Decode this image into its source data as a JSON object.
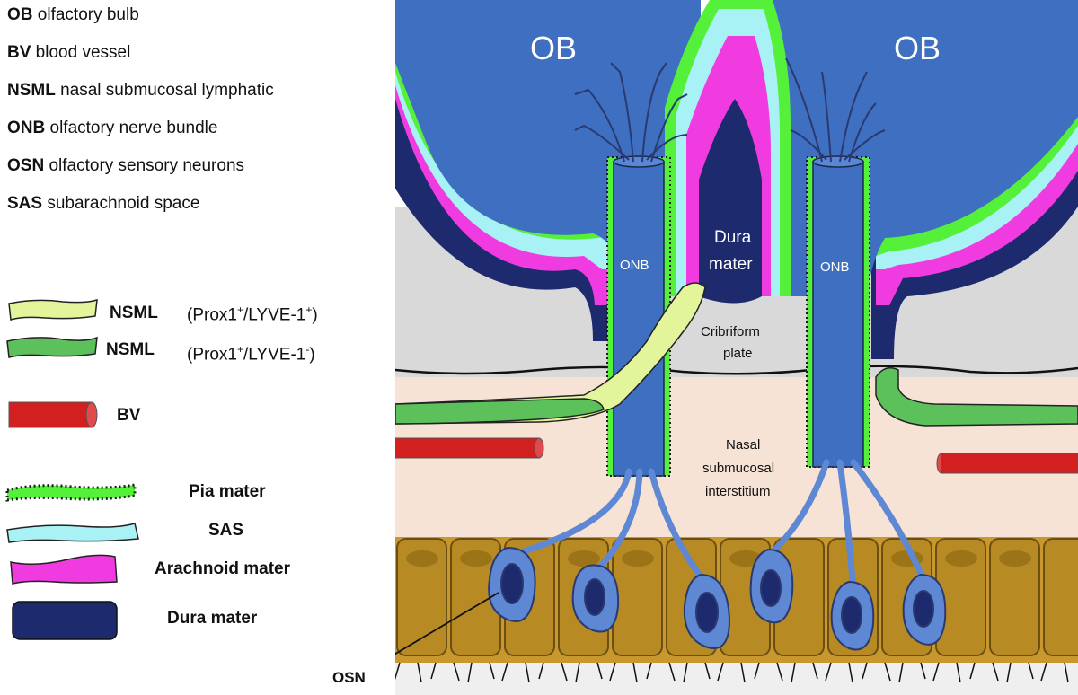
{
  "abbreviations": [
    {
      "abbr": "OB",
      "desc": " olfactory bulb"
    },
    {
      "abbr": "BV",
      "desc": " blood vessel"
    },
    {
      "abbr": "NSML",
      "desc": " nasal submucosal lymphatic"
    },
    {
      "abbr": "ONB",
      "desc": " olfactory nerve bundle"
    },
    {
      "abbr": "OSN",
      "desc": " olfactory sensory neurons"
    },
    {
      "abbr": "SAS",
      "desc": " subarachnoid space"
    }
  ],
  "legend": {
    "nsml_pos": {
      "label": "NSML",
      "marker": "(Prox1",
      "sup1": "+",
      "mid": "/LYVE-1",
      "sup2": "+",
      "end": ")",
      "color": "#e2f59a"
    },
    "nsml_neg": {
      "label": "NSML",
      "marker": "(Prox1",
      "sup1": "+",
      "mid": "/LYVE-1",
      "sup2": "-",
      "end": ")",
      "color": "#5cc15a"
    },
    "bv": {
      "label": "BV",
      "color": "#d21f1f"
    },
    "pia": {
      "label": "Pia mater",
      "color": "#55f03a"
    },
    "sas": {
      "label": "SAS",
      "color": "#a8f1f5"
    },
    "arachnoid": {
      "label": "Arachnoid mater",
      "color": "#f03be0"
    },
    "dura": {
      "label": "Dura mater",
      "color": "#1d2a6e"
    }
  },
  "diagram": {
    "ob_left": "OB",
    "ob_right": "OB",
    "onb_left": "ONB",
    "onb_right": "ONB",
    "dura_line1": "Dura",
    "dura_line2": "mater",
    "cribriform_line1": "Cribriform",
    "cribriform_line2": "plate",
    "nasal_line1": "Nasal",
    "nasal_line2": "submucosal",
    "nasal_line3": "interstitium",
    "osn": "OSN",
    "colors": {
      "ob": "#3e6fc0",
      "bone": "#d9d9d9",
      "interstitium": "#f6e3d6",
      "epithelium": "#c8982e",
      "nucleus": "#1d2a6e",
      "neuron": "#5e87d4"
    }
  }
}
